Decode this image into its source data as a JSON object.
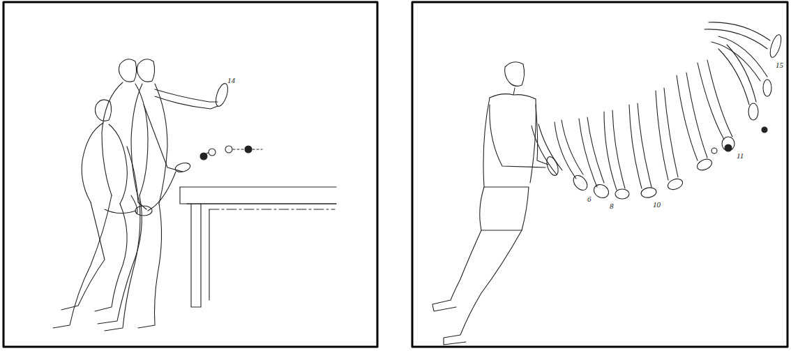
{
  "diagram": {
    "labels": [
      "14",
      "15",
      "6",
      "8",
      "10",
      "11"
    ]
  }
}
